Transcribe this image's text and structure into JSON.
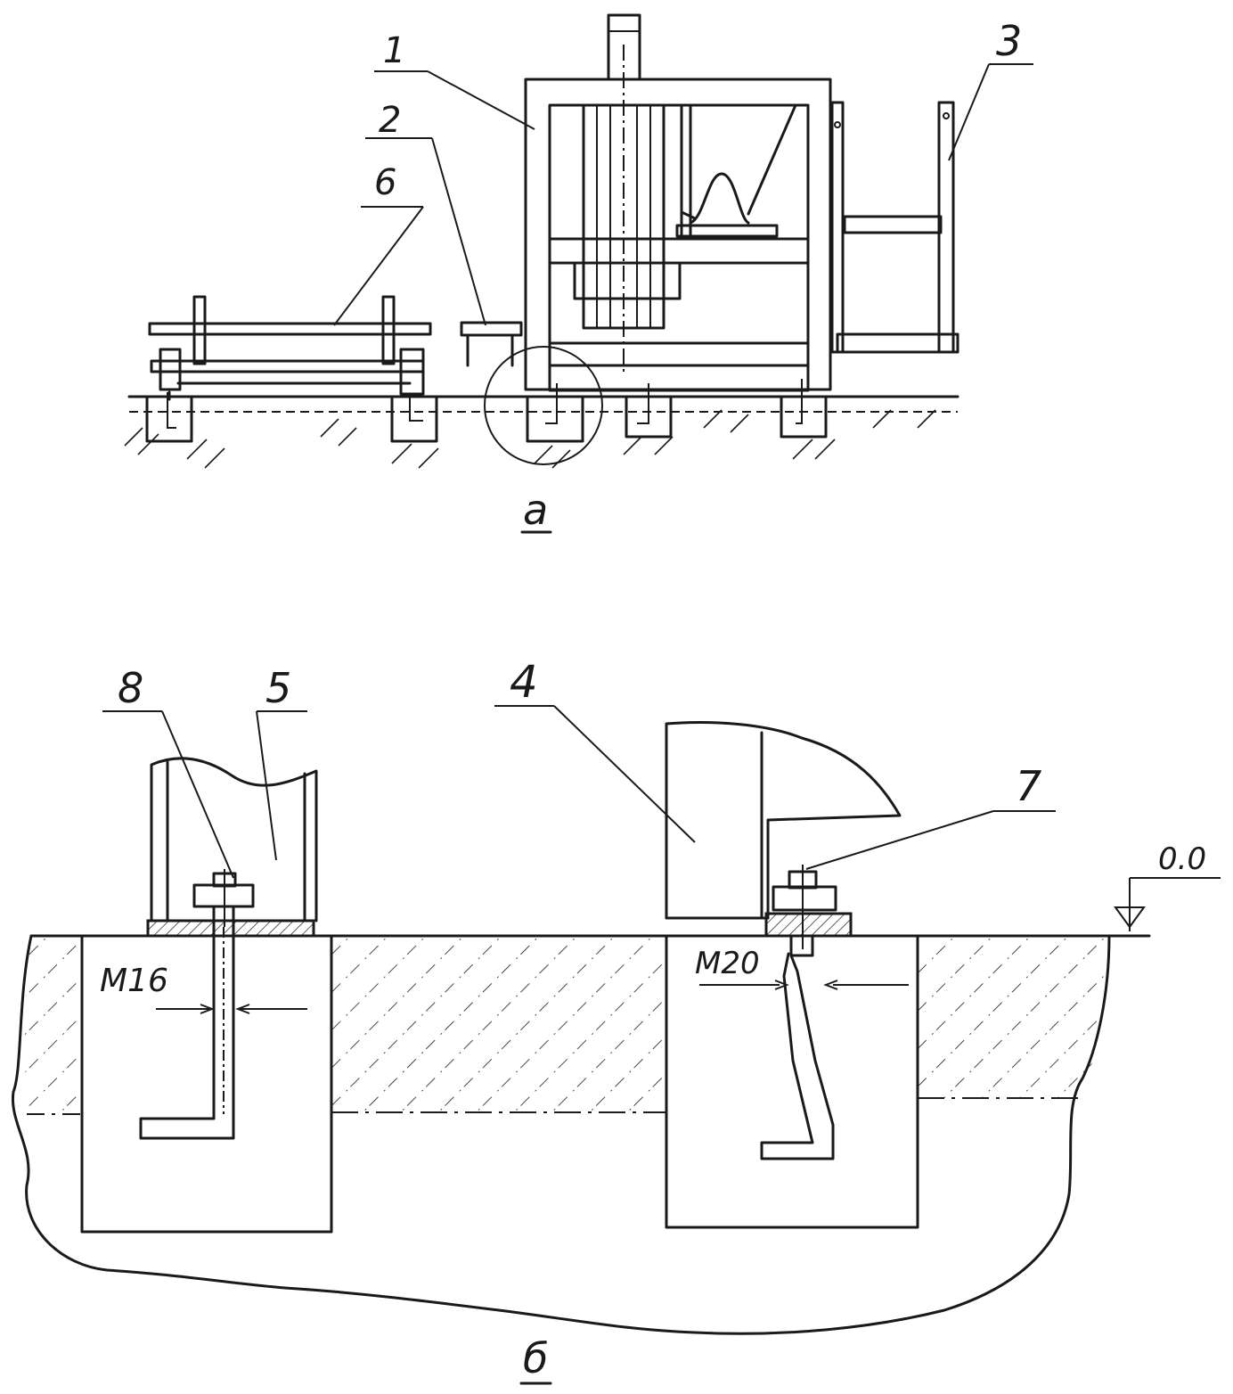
{
  "view_a": {
    "caption": "а",
    "labels": {
      "l1": "1",
      "l2": "2",
      "l3": "3",
      "l6": "6"
    }
  },
  "view_b": {
    "caption": "б",
    "labels": {
      "l4": "4",
      "l5": "5",
      "l7": "7",
      "l8": "8"
    },
    "bolt_left": "M16",
    "bolt_right": "M20",
    "level_mark": "0.0"
  }
}
